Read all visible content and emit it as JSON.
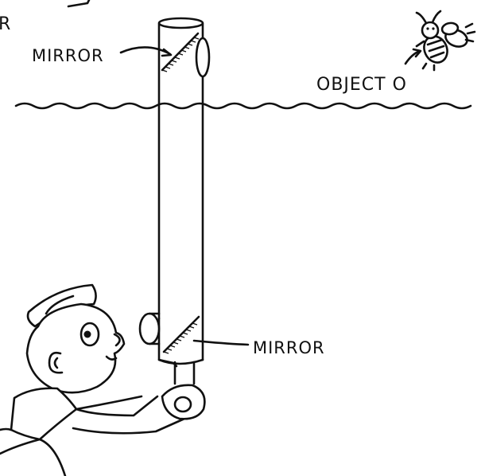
{
  "labels": {
    "cut_off_text": "R",
    "mirror_top": "MIRROR",
    "object": "OBJECT O",
    "mirror_bottom": "MIRROR"
  },
  "colors": {
    "ink": "#111111",
    "background": "#ffffff"
  }
}
